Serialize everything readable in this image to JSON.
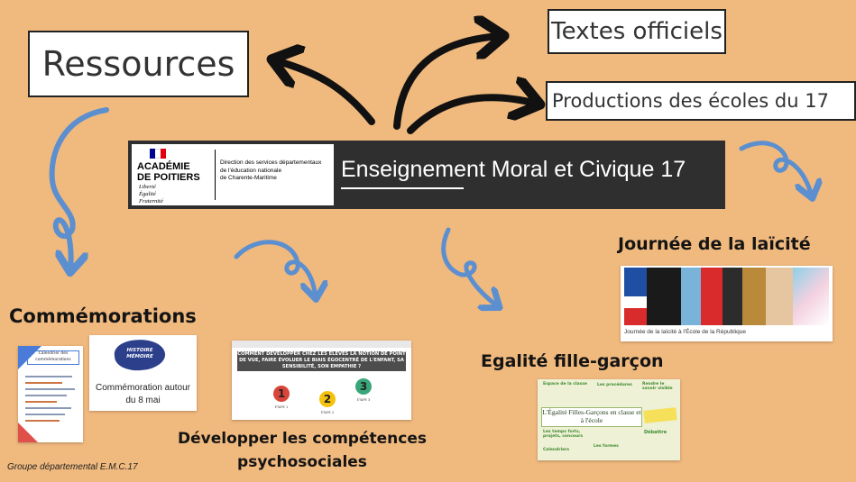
{
  "colors": {
    "background": "#f0b97e",
    "banner": "#2f2f2f",
    "arrow_black": "#111111",
    "arrow_blue": "#5b8fd0",
    "flag_blue": "#000091",
    "flag_red": "#e1000f"
  },
  "ressources": {
    "label": "Ressources"
  },
  "textes": {
    "label": "Textes officiels"
  },
  "productions": {
    "label": "Productions des écoles du 17"
  },
  "banner": {
    "logo": {
      "line1": "ACADÉMIE",
      "line2": "DE POITIERS",
      "motto": [
        "Liberté",
        "Égalité",
        "Fraternité"
      ],
      "direction": [
        "Direction des services départementaux",
        "de l'éducation nationale",
        "de Charente-Maritime"
      ]
    },
    "title": "Enseignement Moral et Civique 17"
  },
  "commemorations": {
    "heading": "Commémorations",
    "calendar_title": "Calendrier des commémorations",
    "card2_badge": "HISTOIRE MÉMOIRE",
    "card2_caption": "Commémoration autour du 8 mai"
  },
  "competences": {
    "heading_line1": "Développer les compétences",
    "heading_line2": "psychosociales",
    "card_title": "COMMENT DÉVELOPPER CHEZ LES ÉLÈVES LA NOTION DE POINT DE VUE, FAIRE ÉVOLUER LE BIAIS ÉGOCENTRÉ DE L'ENFANT, SA SENSIBILITÉ, SON EMPATHIE ?",
    "steps": [
      "1",
      "2",
      "3"
    ],
    "step_captions": [
      "ÉTAPE 1",
      "ÉTAPE 2",
      "ÉTAPE 3"
    ]
  },
  "egalite": {
    "heading": "Egalité fille-garçon",
    "poster_title": "L'Égalité Filles-Garçons en classe et à l'école",
    "poster_tags": [
      "Espace de la classe",
      "Les procédures",
      "Rendre le savoir visible",
      "Les temps forts, projets, concours",
      "Calendriers",
      "Les formes",
      "Débattre"
    ]
  },
  "laicite": {
    "heading": "Journée de la laïcité",
    "caption": "Journée de la laïcité à l'École de la République"
  },
  "footer": {
    "credit": "Groupe départemental E.M.C.17"
  }
}
